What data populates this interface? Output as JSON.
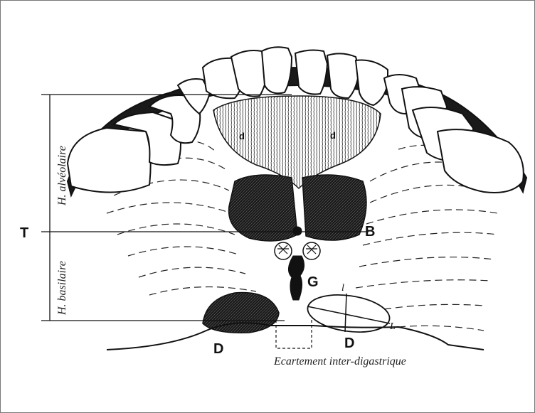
{
  "labels": {
    "T": "T",
    "B": "B",
    "G": "G",
    "D_left": "D",
    "D_right": "D",
    "d_left": "d",
    "d_right": "d",
    "l": "l",
    "L": "L",
    "h_alveolaire": "H. alvéolaire",
    "h_basilaire": "H. basilaire",
    "ecartement": "Ecartement inter-digastrique"
  },
  "colors": {
    "ink": "#111111",
    "frame": "#777777",
    "background": "#ffffff"
  }
}
